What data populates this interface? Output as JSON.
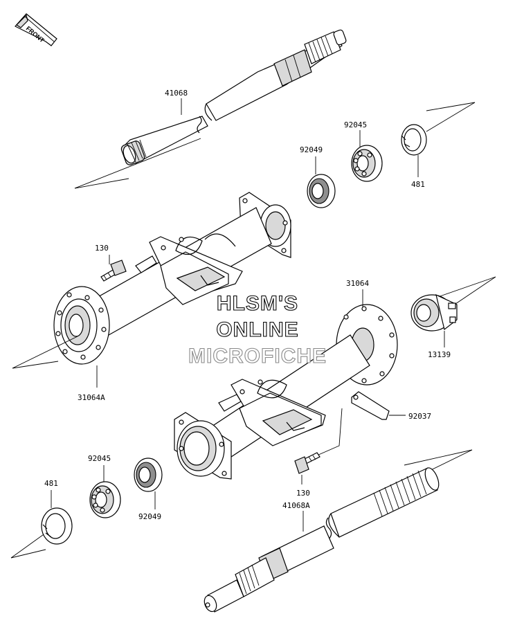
{
  "front_label": "FRONT",
  "watermark": {
    "line1": "HLSM'S",
    "line2": "ONLINE",
    "line3": "MICROFICHE"
  },
  "parts": {
    "p41068": "41068",
    "p92045_top": "92045",
    "p92049_top": "92049",
    "p481_top": "481",
    "p130_top": "130",
    "p31064": "31064",
    "p13139": "13139",
    "p31064A": "31064A",
    "p92037": "92037",
    "p130_bottom": "130",
    "p92045_bottom": "92045",
    "p481_bottom": "481",
    "p92049_bottom": "92049",
    "p41068A": "41068A"
  },
  "colors": {
    "line": "#000000",
    "background": "#ffffff",
    "shade": "#d9d9d9",
    "dark": "#8f8f8f"
  }
}
